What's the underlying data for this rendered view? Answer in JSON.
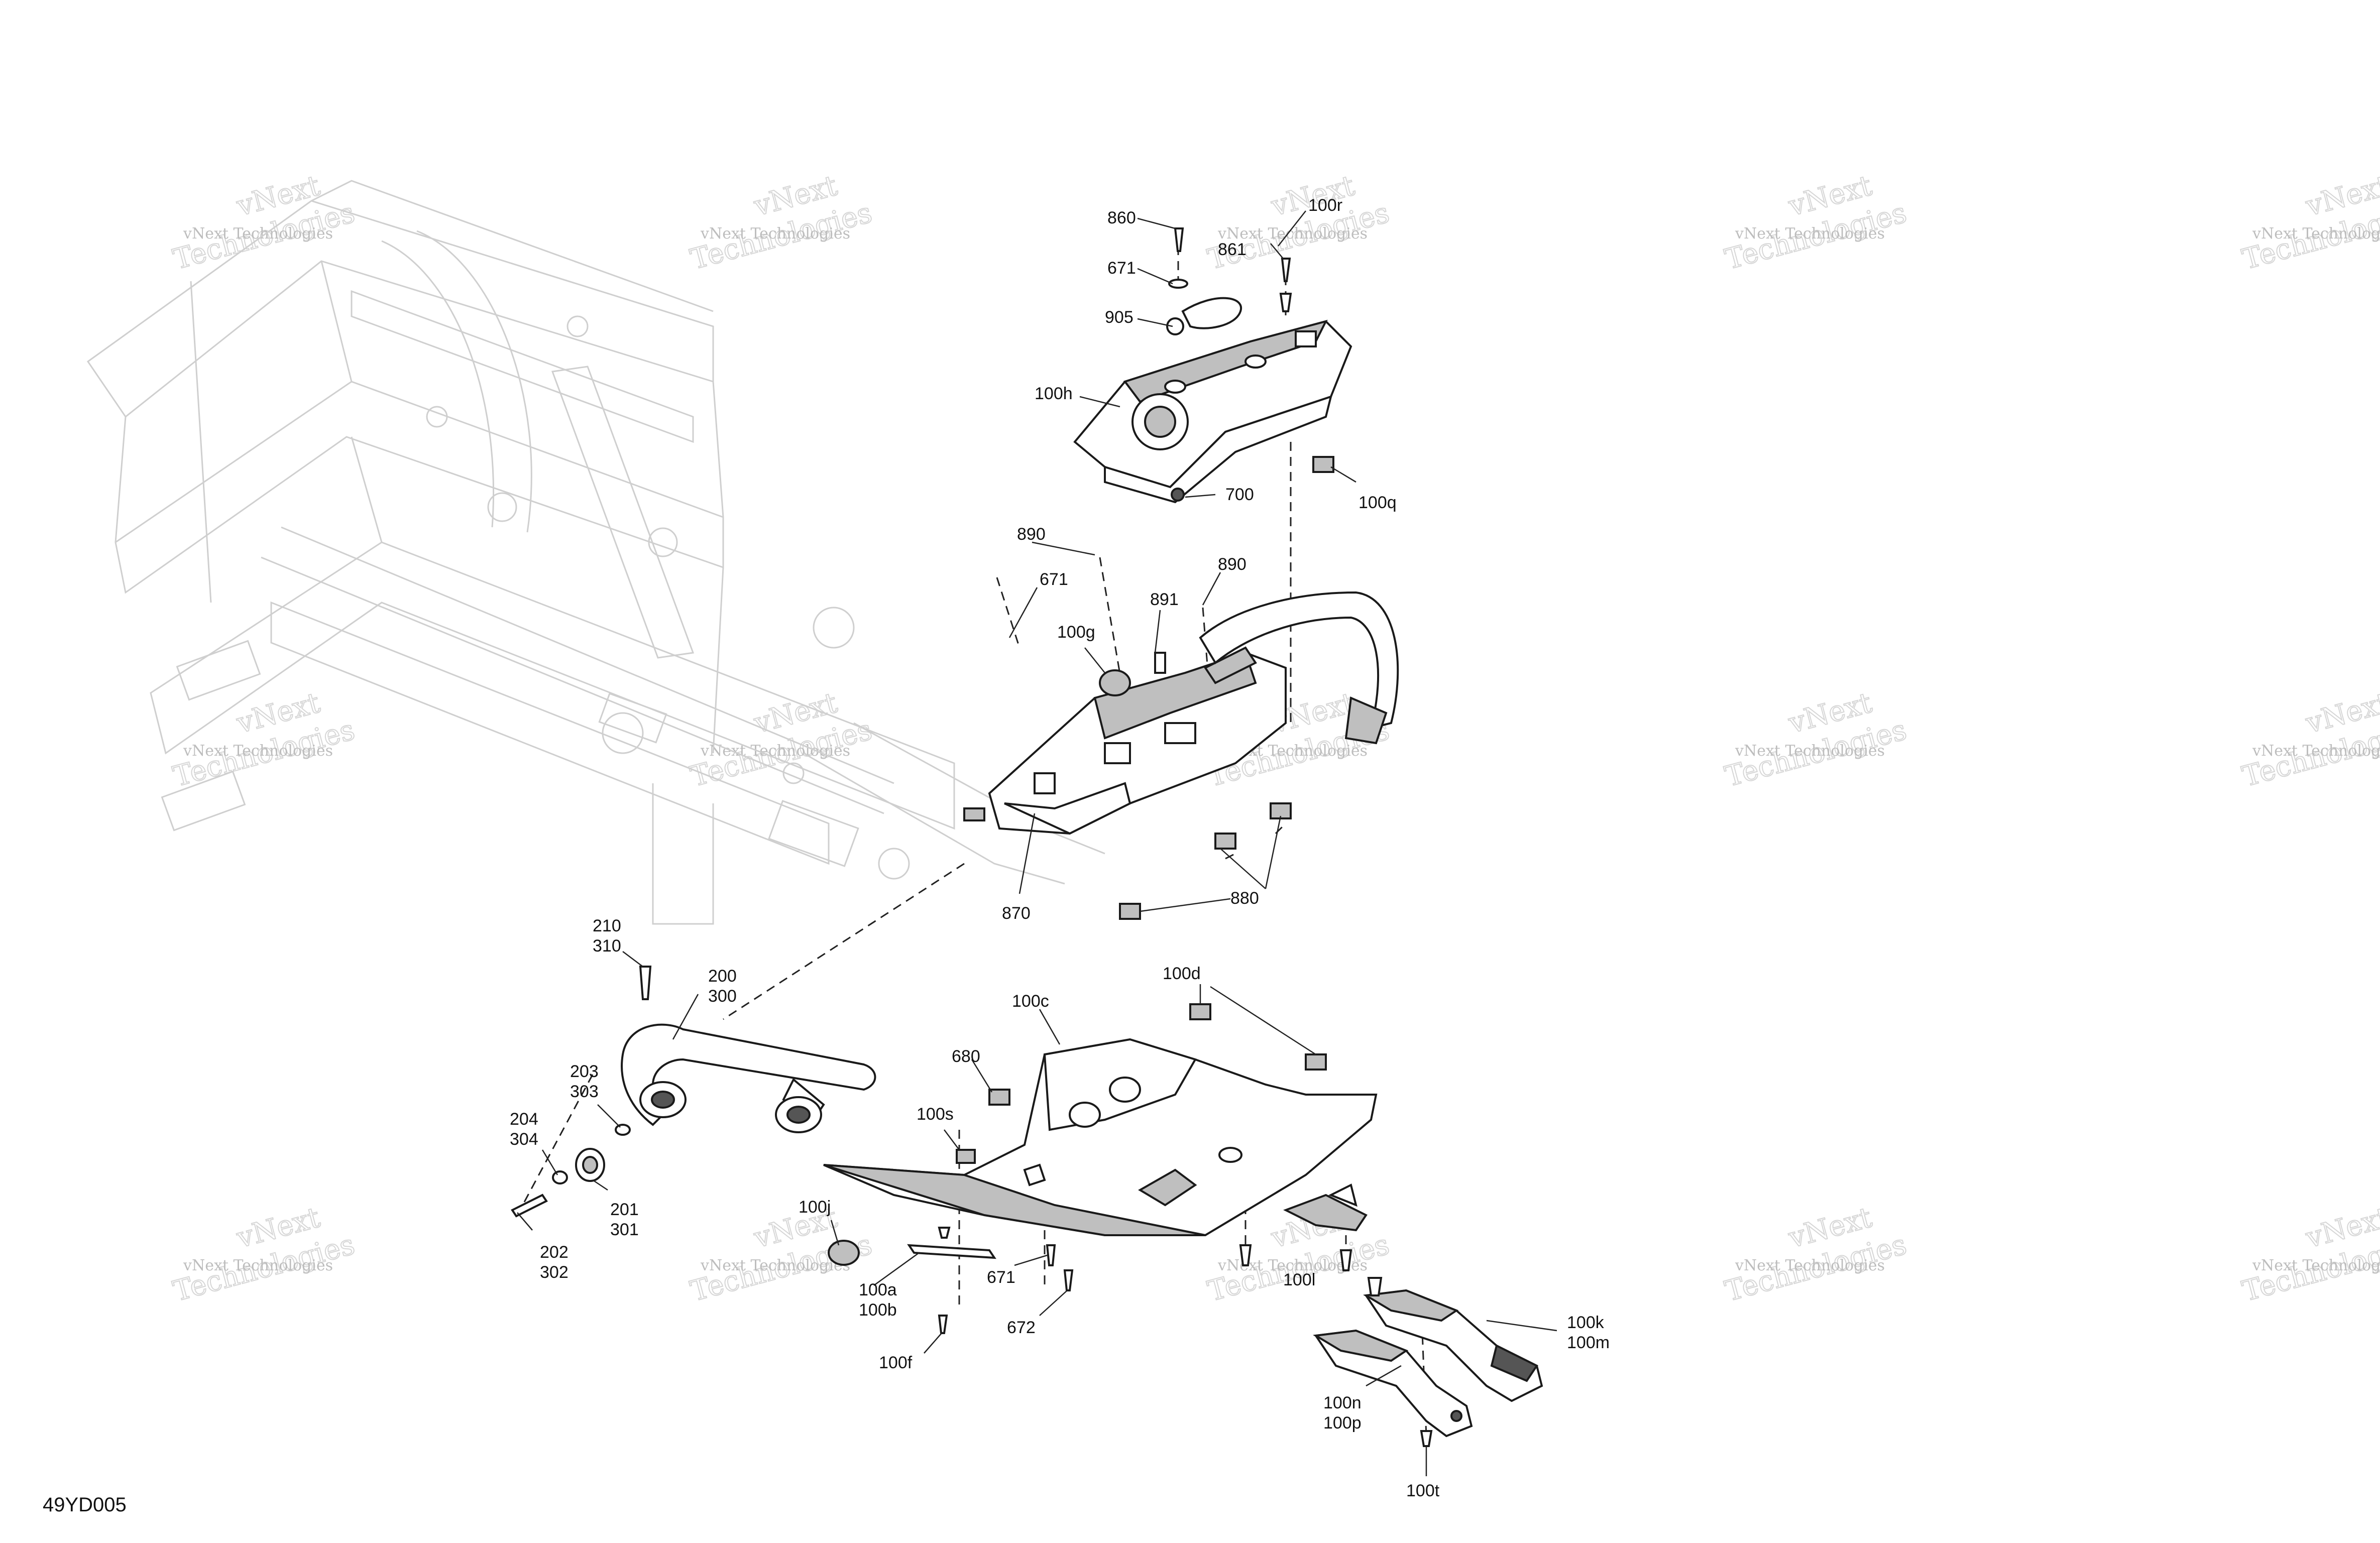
{
  "diagram_code": "49YD005",
  "watermark": {
    "line1": "vNext Technologies",
    "line2": "vNext",
    "line3": "Technologies"
  },
  "callouts": {
    "c860": "860",
    "c100r": "100r",
    "c861": "861",
    "c671a": "671",
    "c905": "905",
    "c100h": "100h",
    "c700": "700",
    "c100q": "100q",
    "c890a": "890",
    "c671b": "671",
    "c100g": "100g",
    "c891": "891",
    "c890b": "890",
    "c870": "870",
    "c880": "880",
    "c210": "210",
    "c310": "310",
    "c200": "200",
    "c300": "300",
    "c203": "203",
    "c303": "303",
    "c204": "204",
    "c304": "304",
    "c201": "201",
    "c301": "301",
    "c202": "202",
    "c302": "302",
    "c100d": "100d",
    "c100c": "100c",
    "c680": "680",
    "c100s": "100s",
    "c100j": "100j",
    "c100a": "100a",
    "c100b": "100b",
    "c100f": "100f",
    "c671c": "671",
    "c672": "672",
    "c100l": "100l",
    "c100k": "100k",
    "c100m": "100m",
    "c100n": "100n",
    "c100p": "100p",
    "c100t": "100t"
  }
}
